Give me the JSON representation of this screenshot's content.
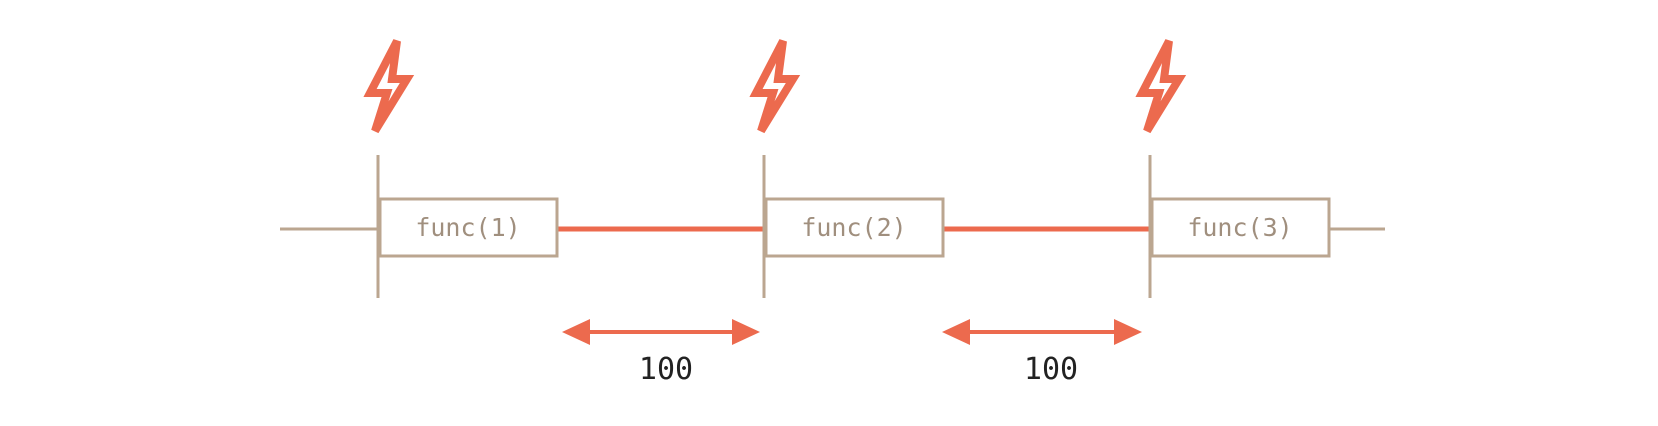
{
  "colors": {
    "timeline": "#bba690",
    "box_text": "#a08f7e",
    "accent": "#ec6a4e",
    "delay_text": "#222222",
    "background": "#ffffff"
  },
  "icons": {
    "event": "lightning-bolt-icon"
  },
  "events": [
    {
      "label": "func(1)"
    },
    {
      "label": "func(2)"
    },
    {
      "label": "func(3)"
    }
  ],
  "delays": [
    {
      "label": "100"
    },
    {
      "label": "100"
    }
  ]
}
